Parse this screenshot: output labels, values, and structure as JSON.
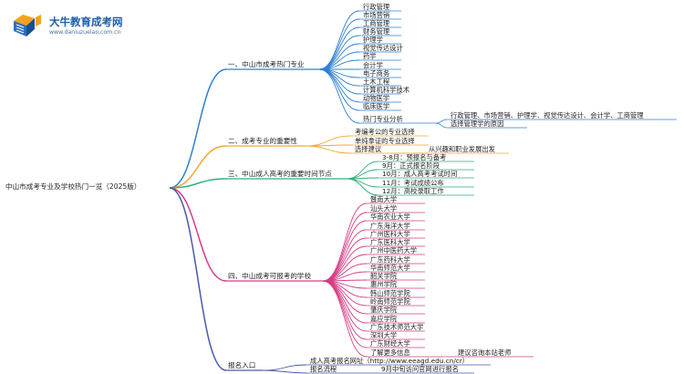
{
  "brand": {
    "name": "大牛教育成考网",
    "url": "www.daniuzuelao.com.cn"
  },
  "root": "中山市成考专业及学校热门一览（2025版）",
  "colors": {
    "b1": "#2f7fd0",
    "b2": "#f2a72b",
    "b3": "#2fae7c",
    "b4": "#d93c86",
    "b5": "#4a5aa8"
  },
  "branches": [
    {
      "label": "一、中山市成考热门专业",
      "items": [
        "行政管理",
        "市场营销",
        "工商管理",
        "财务管理",
        "护理学",
        "视觉传达设计",
        "药学",
        "会计学",
        "电子商务",
        "土木工程",
        "计算机科学技术",
        "动物医学",
        "临床医学"
      ],
      "analysis_label": "热门专业分析",
      "analysis_items": [
        "行政管理、市场营销、护理学、视觉传达设计、会计学、工商管理",
        "选择管理学的原因"
      ]
    },
    {
      "label": "二、成考专业的重要性",
      "items": [
        "考编考公的专业选择",
        "单纯拿证的专业选择",
        "选择建议"
      ],
      "advice": "从兴趣和职业发展出发"
    },
    {
      "label": "三、中山成人高考的重要时间节点",
      "items": [
        "3-8月：预报名与备考",
        "9月：正式报名阶段",
        "10月：成人高考考试时间",
        "11月：考试成绩公布",
        "12月：高校录取工作"
      ]
    },
    {
      "label": "四、中山成考可报考的学校",
      "items": [
        "暨南大学",
        "汕头大学",
        "华南农业大学",
        "广东海洋大学",
        "广州医科大学",
        "广东医科大学",
        "广州中医药大学",
        "广东药科大学",
        "华南师范大学",
        "韶关学院",
        "惠州学院",
        "韩山师范学院",
        "岭南师范学院",
        "肇庆学院",
        "嘉应学院",
        "广东技术师范大学",
        "深圳大学",
        "广东财经大学",
        "了解更多信息"
      ],
      "more": "建议咨询本站老师"
    },
    {
      "label": "报名入口",
      "items": [
        "成人高考报名网址（http://www.eeagd.edu.cn/cr）",
        "报名流程"
      ],
      "process": "9月中旬访问官网进行报名"
    }
  ]
}
